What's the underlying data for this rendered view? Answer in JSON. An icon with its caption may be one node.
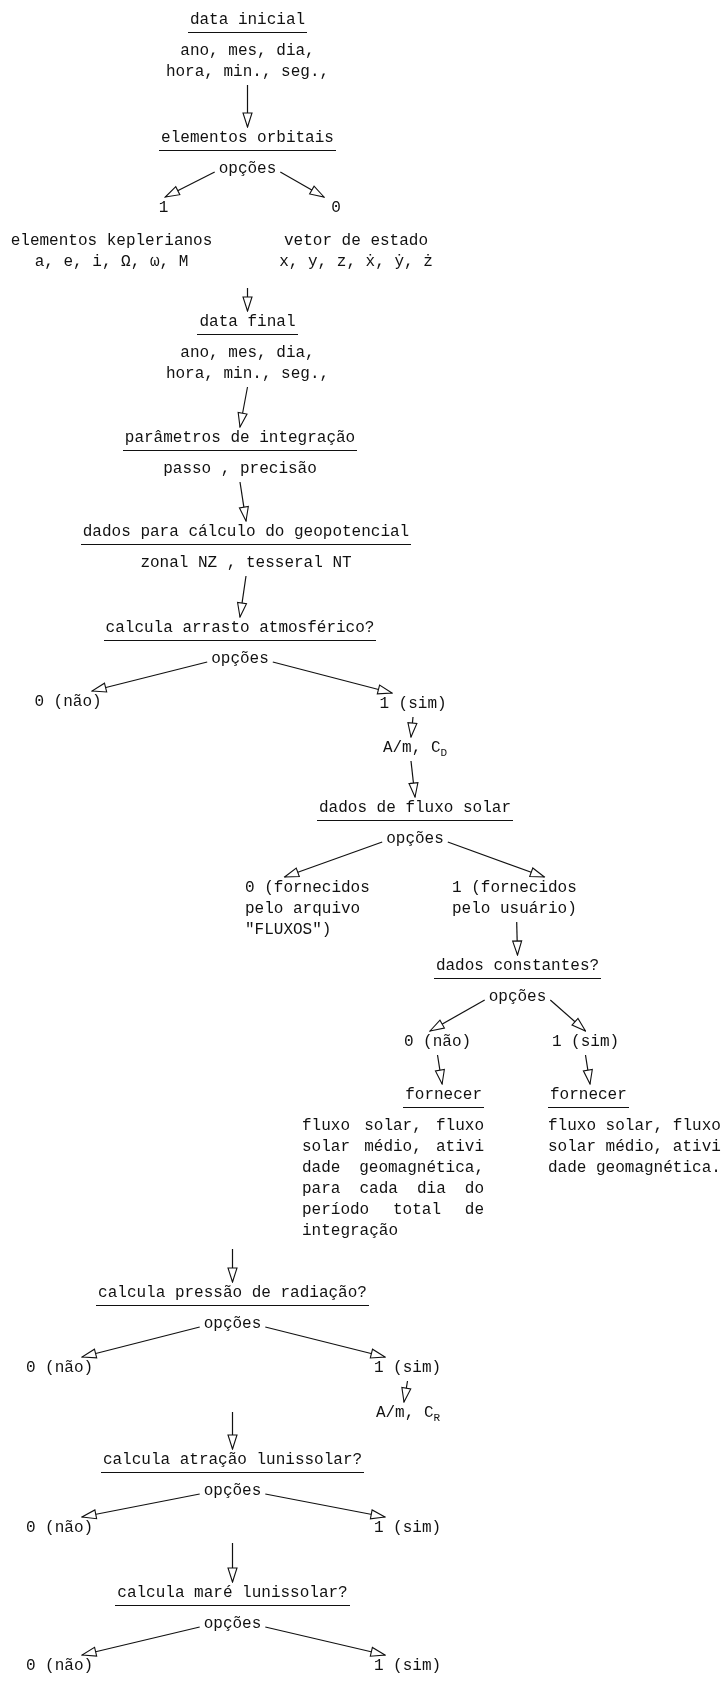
{
  "diagram": {
    "nodes": [
      {
        "text": [
          "data inicial",
          "ano, mes, dia, hora, min., seg.,"
        ]
      },
      {
        "text": [
          "elementos orbitais",
          "opções"
        ]
      },
      {
        "text": [
          "1",
          "elementos keplerianos",
          "a, e, i, Ω, ω, M"
        ]
      },
      {
        "text": [
          "0",
          "vetor de estado",
          "x, y, z, ẋ, ẏ, ż"
        ]
      },
      {
        "text": [
          "data final",
          "ano, mes, dia, hora, min., seg.,"
        ]
      },
      {
        "text": [
          "parâmetros de integração",
          "passo , precisão"
        ]
      },
      {
        "text": [
          "dados para cálculo do geopotencial",
          "zonal NZ , tesseral NT"
        ]
      },
      {
        "text": [
          "calcula arrasto atmosférico?",
          "opções"
        ]
      },
      {
        "text": [
          "0 (não)"
        ]
      },
      {
        "text": [
          "1 (sim)"
        ]
      },
      {
        "text": [
          "A/m, C$_{D}$"
        ]
      },
      {
        "text": [
          "dados de fluxo solar",
          "opções"
        ]
      },
      {
        "text": [
          "0 (fornecidos pelo arquivo \"FLUXOS\")"
        ]
      },
      {
        "text": [
          "1 (fornecidos pelo usuário)"
        ]
      },
      {
        "text": [
          "dados constantes?",
          "opções"
        ]
      },
      {
        "text": [
          "0 (não)"
        ]
      },
      {
        "text": [
          "1 (sim)"
        ]
      },
      {
        "text": [
          "fornecer",
          "fluxo solar, fluxo solar médio, ativi dade geomagnética, para cada dia do período total de integração"
        ]
      },
      {
        "text": [
          "fornecer",
          "fluxo solar, fluxo solar médio, ativi dade geomagnética."
        ]
      },
      {
        "text": [
          "calcula pressão de radiação?",
          "opções"
        ]
      },
      {
        "text": [
          "0 (não)"
        ]
      },
      {
        "text": [
          "1 (sim)"
        ]
      },
      {
        "text": [
          "A/m, C$_{R}$"
        ]
      },
      {
        "text": [
          "calcula atração lunissolar?",
          "opções"
        ]
      },
      {
        "text": [
          "0 (não)"
        ]
      },
      {
        "text": [
          "1 (sim)"
        ]
      },
      {
        "text": [
          "calcula maré lunissolar?",
          "opções"
        ]
      },
      {
        "text": [
          "0 (não)"
        ]
      },
      {
        "text": [
          "1 (sim)"
        ]
      }
    ],
    "edges": [
      {
        "from": 0,
        "to": 1,
        "arrow": "to"
      },
      {
        "from": 1,
        "to": 2,
        "arrow": "to"
      },
      {
        "from": 1,
        "to": 3,
        "arrow": "to"
      },
      {
        "from": null,
        "to": 4,
        "arrow": "to"
      },
      {
        "from": 4,
        "to": 5,
        "arrow": "to"
      },
      {
        "from": 5,
        "to": 6,
        "arrow": "to"
      },
      {
        "from": 6,
        "to": 7,
        "arrow": "to"
      },
      {
        "from": 7,
        "to": 8,
        "arrow": "to"
      },
      {
        "from": 7,
        "to": 9,
        "arrow": "to"
      },
      {
        "from": 9,
        "to": 10,
        "arrow": "to"
      },
      {
        "from": 10,
        "to": 11,
        "arrow": "to"
      },
      {
        "from": 11,
        "to": 12,
        "arrow": "to"
      },
      {
        "from": 11,
        "to": 13,
        "arrow": "to"
      },
      {
        "from": 13,
        "to": 14,
        "arrow": "to"
      },
      {
        "from": 14,
        "to": 15,
        "arrow": "to"
      },
      {
        "from": 14,
        "to": 16,
        "arrow": "to"
      },
      {
        "from": 15,
        "to": 17,
        "arrow": "to"
      },
      {
        "from": 16,
        "to": 18,
        "arrow": "to"
      },
      {
        "from": null,
        "to": 19,
        "arrow": "to"
      },
      {
        "from": 19,
        "to": 20,
        "arrow": "to"
      },
      {
        "from": 19,
        "to": 21,
        "arrow": "to"
      },
      {
        "from": 21,
        "to": 22,
        "arrow": "to"
      },
      {
        "from": null,
        "to": 23,
        "arrow": "to"
      },
      {
        "from": 23,
        "to": 24,
        "arrow": "to"
      },
      {
        "from": 23,
        "to": 25,
        "arrow": "to"
      },
      {
        "from": null,
        "to": 26,
        "arrow": "to"
      },
      {
        "from": 26,
        "to": 27,
        "arrow": "to"
      },
      {
        "from": 26,
        "to": 28,
        "arrow": "to"
      }
    ]
  }
}
